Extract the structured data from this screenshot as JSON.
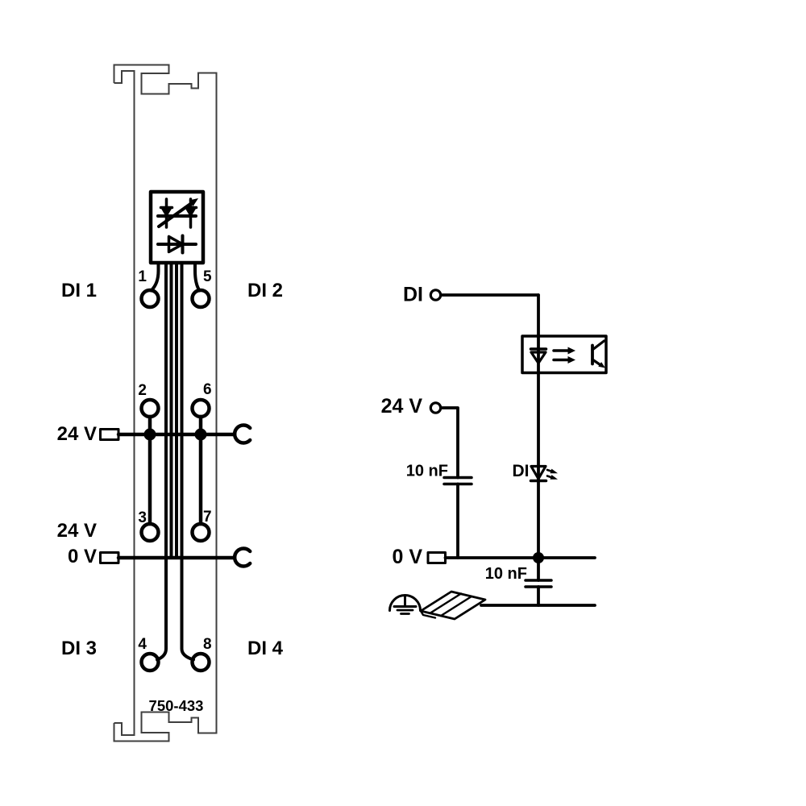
{
  "module": {
    "part_number": "750-433",
    "labels": {
      "di1": "DI 1",
      "di2": "DI 2",
      "di3": "DI 3",
      "di4": "DI 4",
      "rail_24v": "24 V",
      "input_24v": "24 V",
      "rail_0v": "0 V"
    },
    "terminal_numbers": [
      "1",
      "2",
      "3",
      "4",
      "5",
      "6",
      "7",
      "8"
    ]
  },
  "circuit": {
    "input_label": "DI",
    "supply_label": "24 V",
    "capacitor_supply": "10 nF",
    "ground_label": "0 V",
    "capacitor_ground": "10 nF",
    "led_label": "DI"
  },
  "icons": {
    "optocoupler": "optocoupler-icon",
    "led": "led-icon",
    "functional-earth": "functional-earth-icon",
    "din-rail": "din-rail-icon",
    "power-jumper-socket": "power-jumper-socket-icon",
    "power-jumper-plug": "power-jumper-plug-icon"
  },
  "colors": {
    "ink": "#000000",
    "housing_outline": "#3f3f3f",
    "background": "#ffffff"
  }
}
